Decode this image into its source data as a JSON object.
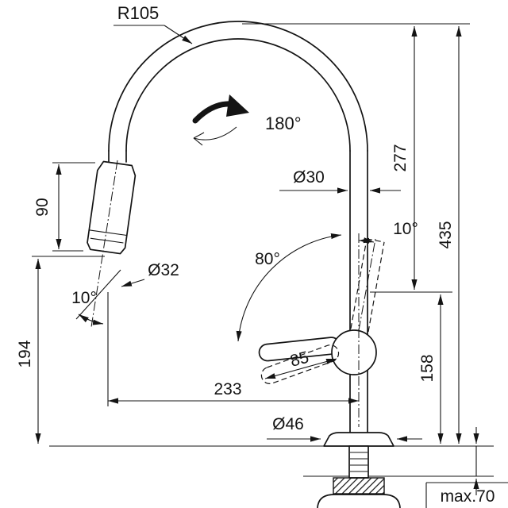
{
  "drawing": {
    "type": "technical-dimension-drawing",
    "colors": {
      "line": "#141414",
      "background": "#ffffff"
    },
    "labels": {
      "r105": "R105",
      "deg180": "180°",
      "d90": "90",
      "dia30": "Ø30",
      "d277": "277",
      "d435": "435",
      "deg10_right": "10°",
      "deg80": "80°",
      "dia32": "Ø32",
      "deg10_left": "10°",
      "d194": "194",
      "d85": "85",
      "d233": "233",
      "d158": "158",
      "dia46": "Ø46",
      "max70": "max.70"
    }
  }
}
